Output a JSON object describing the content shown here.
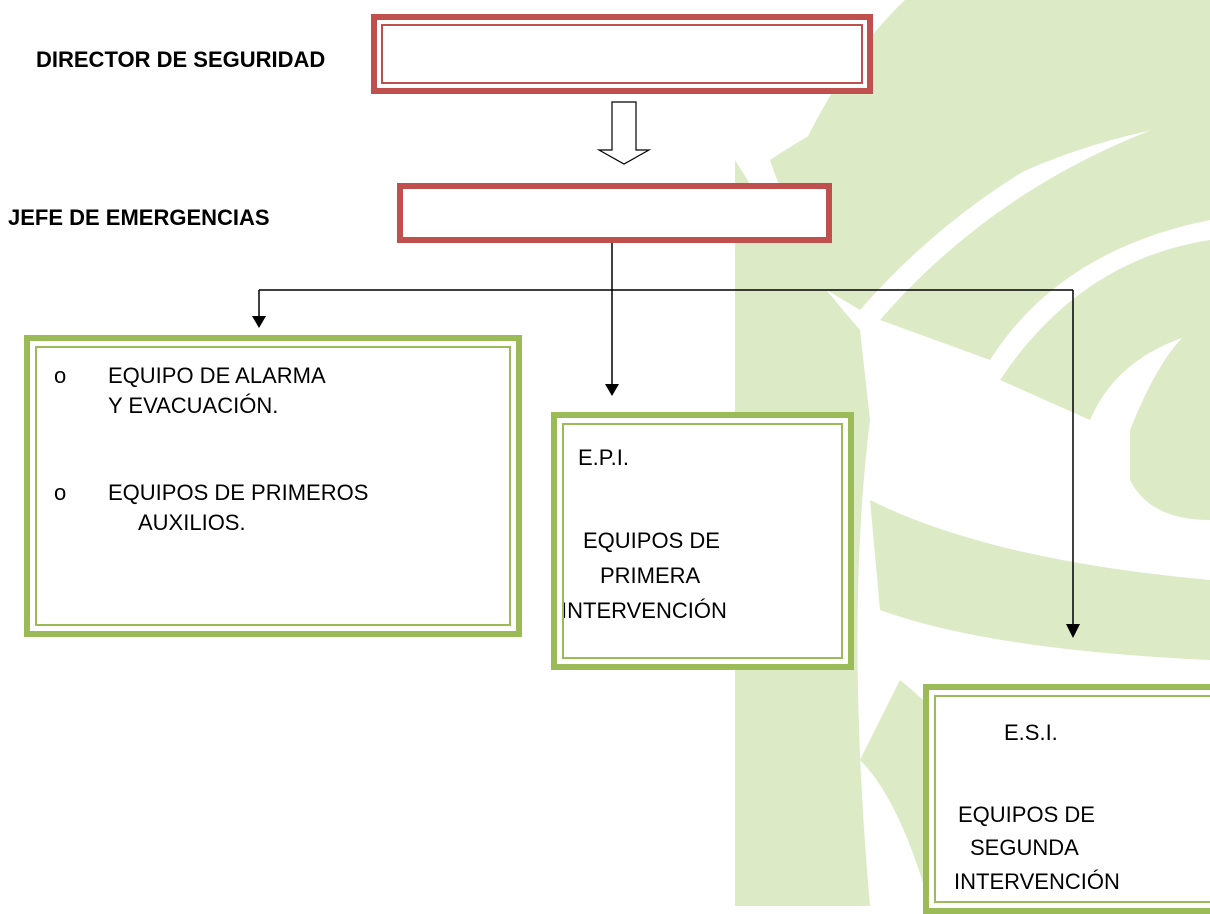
{
  "director": {
    "label": "DIRECTOR DE SEGURIDAD",
    "box_value": ""
  },
  "jefe": {
    "label": "JEFE DE EMERGENCIAS",
    "box_value": ""
  },
  "equipos_box": {
    "item1_bullet": "o",
    "item1_line1": "EQUIPO DE ALARMA",
    "item1_line2": "Y EVACUACIÓN.",
    "item2_bullet": "o",
    "item2_line1": "EQUIPOS DE PRIMEROS",
    "item2_line2": "AUXILIOS."
  },
  "epi_box": {
    "title": "E.P.I.",
    "line1": "EQUIPOS DE",
    "line2": "PRIMERA",
    "line3": "INTERVENCIÓN"
  },
  "esi_box": {
    "title": "E.S.I.",
    "line1": "EQUIPOS DE",
    "line2": "SEGUNDA",
    "line3": "INTERVENCIÓN"
  },
  "colors": {
    "red_border": "#c0504d",
    "green_border": "#9bbb59",
    "watermark": "#dcebc6"
  }
}
